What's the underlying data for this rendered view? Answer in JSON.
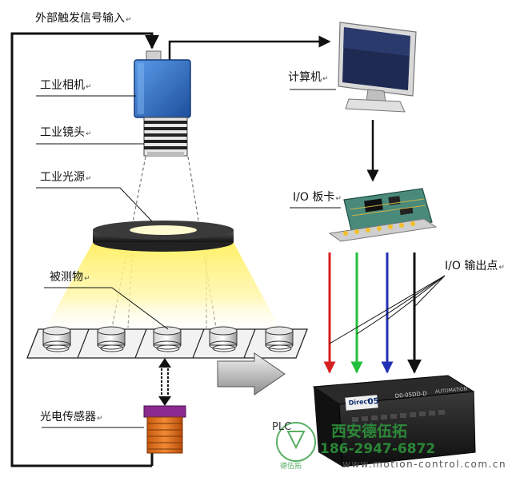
{
  "labels": {
    "trigger": "外部触发信号输入",
    "camera": "工业相机",
    "lens": "工业镜头",
    "light": "工业光源",
    "object": "被测物",
    "sensor": "光电传感器",
    "computer": "计算机",
    "io_card": "I/O 板卡",
    "io_points": "I/O 输出点",
    "plc": "PLC"
  },
  "return_mark": "↵",
  "plc_device": {
    "brand": "Direct",
    "brand_suffix": "05",
    "model": "D0-05DD-D",
    "corner": "AUTOMATION"
  },
  "watermark": {
    "company": "西安德伍拓",
    "phone": "186-2947-6872",
    "url": "www.motion-control.com.cn",
    "seal_text": "德伍拓"
  },
  "colors": {
    "camera_blue": "#2b6cc4",
    "light_yellow": "#fff27a",
    "sensor_orange": "#e0701e",
    "sensor_purple": "#8a2a8e",
    "wire_red": "#d42020",
    "wire_green": "#22c03a",
    "wire_blue": "#2230b4",
    "wire_black": "#111111",
    "watermark_green": "#2e9a3c"
  },
  "icons": [
    "camera-icon",
    "computer-monitor-icon",
    "io-card-icon",
    "photo-sensor-icon",
    "plc-device-icon",
    "conveyor-arrow-icon"
  ]
}
